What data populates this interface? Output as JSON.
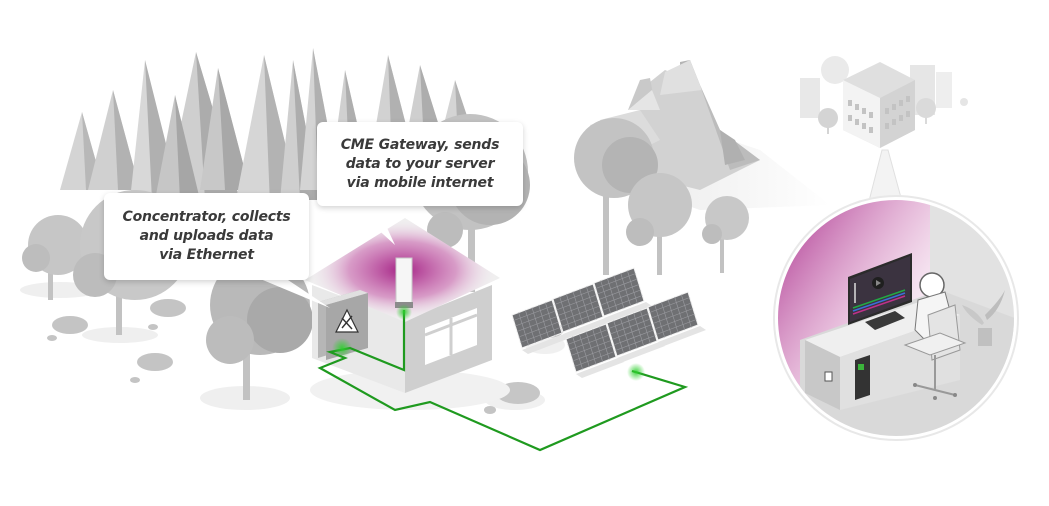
{
  "title": "CME Gateway network illustration",
  "callouts": {
    "concentrator": {
      "lines": [
        "Concentrator, collects",
        "and uploads data",
        "via Ethernet"
      ]
    },
    "gateway": {
      "lines": [
        "CME Gateway, sends",
        "data to your server",
        "via mobile internet"
      ]
    }
  },
  "colors": {
    "accent_magenta": "#a0177f",
    "wire_green": "#1f9a1f",
    "tree_gray": "#c4c4c4",
    "tree_dark": "#acacac",
    "panel_gray": "#6f7073"
  },
  "icons": {
    "concentrator_sign": "warning-tools-icon"
  }
}
